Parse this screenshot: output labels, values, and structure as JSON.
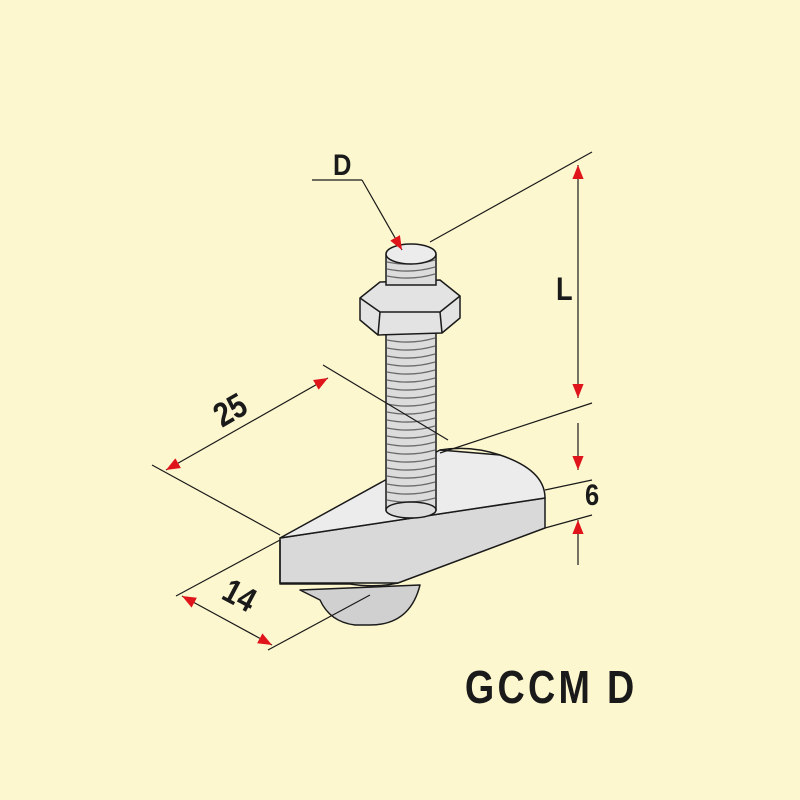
{
  "part_code": "GCCM D",
  "dimensions": {
    "diameter_label": "D",
    "length_label": "L",
    "width_label": "25",
    "depth_label": "14",
    "height_label": "6"
  },
  "colors": {
    "background": "#fdf7cf",
    "part_fill": "#e3e3e3",
    "part_shade": "#c8c8c8",
    "outline": "#1a1a1a",
    "arrow": "#e0151b"
  }
}
